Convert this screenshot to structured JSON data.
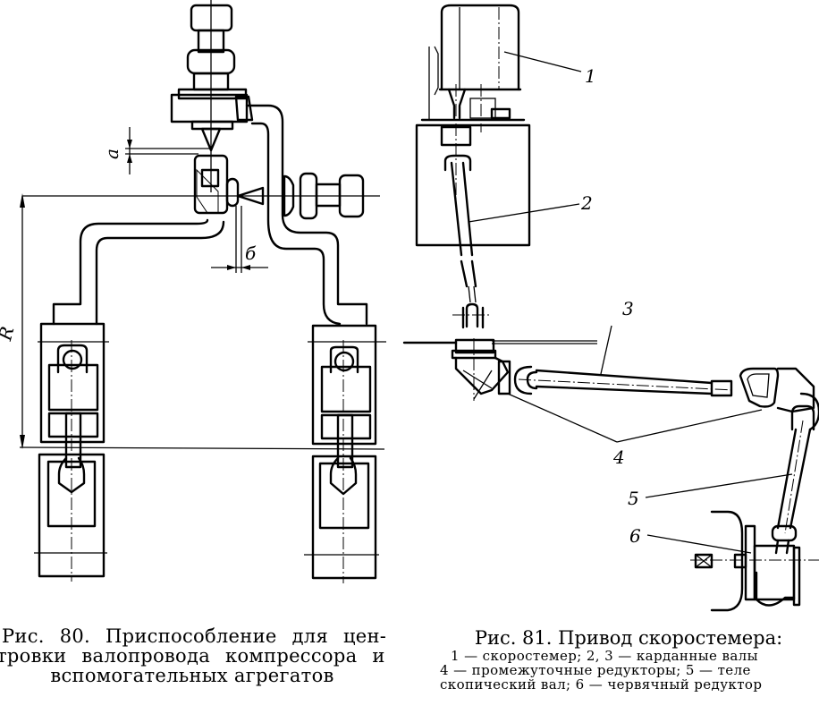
{
  "figures": [
    {
      "id": "fig80",
      "number": "80",
      "caption_lines": [
        "Рис. 80.  Приспособление  для  цен-",
        "тровки  валопровода  компрессора  и",
        "вспомогательных  агрегатов"
      ],
      "labels": {
        "gap_a": "a",
        "gap_b": "б",
        "radius": "R"
      }
    },
    {
      "id": "fig81",
      "number": "81",
      "caption_title": "Рис. 81. Привод скоростемера:",
      "legend_lines": [
        "1 — скоростемер; 2, 3 — карданные валы",
        "4 — промежуточные  редукторы;   5 — теле",
        "скопический  вал;  6 — червячный  редуктор"
      ],
      "legend": [
        {
          "num": "1",
          "text": "скоростемер"
        },
        {
          "num": "2, 3",
          "text": "карданные валы"
        },
        {
          "num": "4",
          "text": "промежуточные редукторы"
        },
        {
          "num": "5",
          "text": "телескопический вал"
        },
        {
          "num": "6",
          "text": "червячный редуктор"
        }
      ],
      "callouts": [
        "1",
        "2",
        "3",
        "4",
        "5",
        "6"
      ]
    }
  ]
}
